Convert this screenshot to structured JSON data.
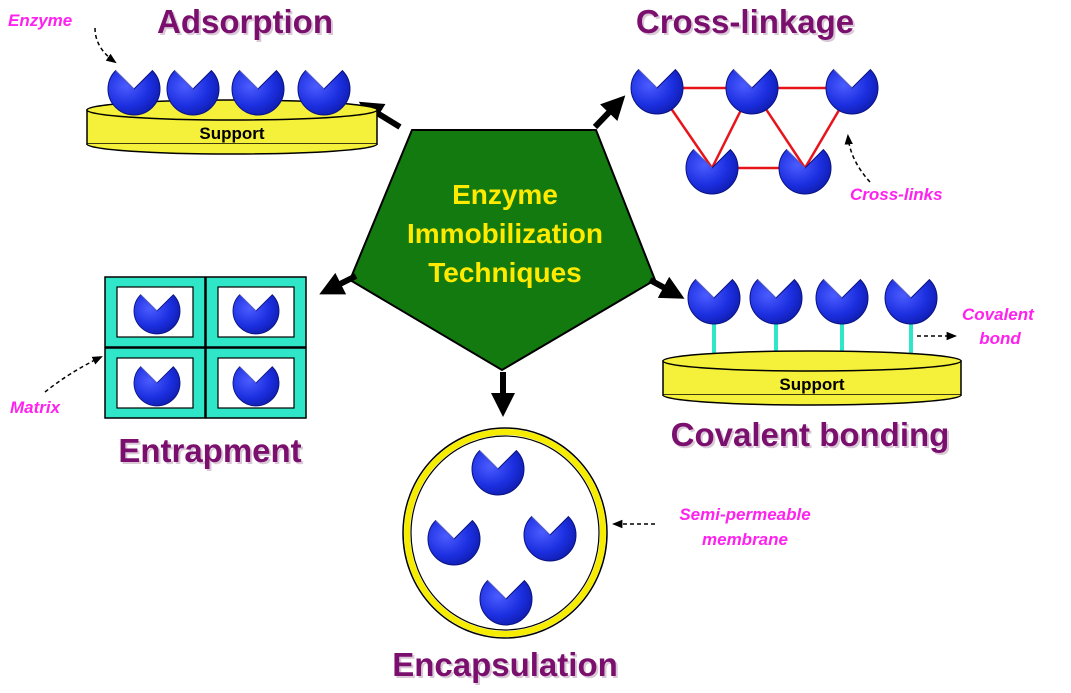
{
  "center": {
    "lines": [
      "Enzyme",
      "Immobilization",
      "Techniques"
    ],
    "fill_color": "#137a10",
    "text_color": "#ffea00"
  },
  "methods": {
    "adsorption": "Adsorption",
    "cross_linkage": "Cross-linkage",
    "entrapment": "Entrapment",
    "covalent_bonding": "Covalent bonding",
    "encapsulation": "Encapsulation"
  },
  "labels": {
    "enzyme": "Enzyme",
    "support": "Support",
    "cross_links": "Cross-links",
    "covalent_bond_line1": "Covalent",
    "covalent_bond_line2": "bond",
    "matrix": "Matrix",
    "membrane_line1": "Semi-permeable",
    "membrane_line2": "membrane"
  },
  "colors": {
    "title": "#7a0f6e",
    "annotation": "#ff22ee",
    "enzyme": "#1c2fe0",
    "support": "#f5f03a",
    "crosslink": "#e8141c",
    "matrix": "#2fe6c8",
    "bond": "#2fe6c8",
    "membrane": "#f5ec00"
  }
}
